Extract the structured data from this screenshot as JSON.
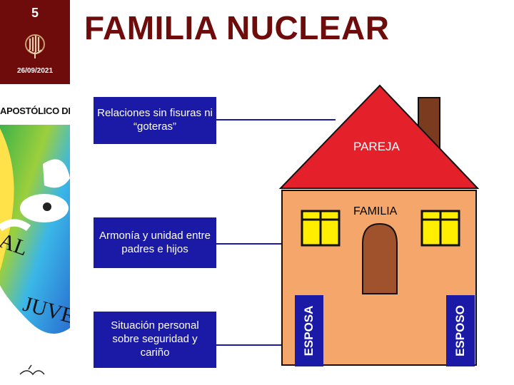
{
  "slide": {
    "number": "5",
    "date": "26/09/2021",
    "title": "FAMILIA NUCLEAR"
  },
  "sidebar": {
    "heading": "APOSTÓLICO DE"
  },
  "boxes": [
    {
      "text": "Relaciones sin fisuras ni “goteras”"
    },
    {
      "text": "Armonía y unidad entre padres e hijos"
    },
    {
      "text": "Situación personal sobre seguridad y cariño"
    }
  ],
  "house": {
    "roof_label": "PAREJA",
    "wall_label": "FAMILIA",
    "pillar_left": "ESPOSA",
    "pillar_right": "ESPOSO"
  },
  "colors": {
    "brand": "#6e0b0b",
    "box": "#1a1aa6",
    "roof": "#e4202b",
    "wall": "#f5a66a",
    "chimney": "#7a3b1f",
    "door": "#a0522d",
    "window": "#ffee00"
  }
}
